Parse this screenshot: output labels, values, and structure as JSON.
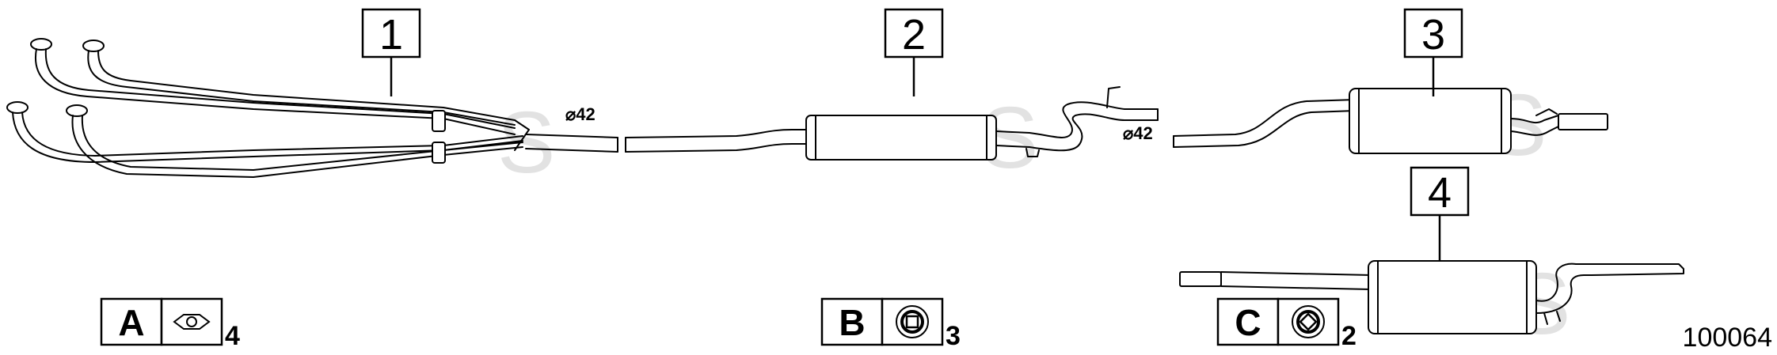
{
  "callouts": [
    {
      "label": "1"
    },
    {
      "label": "2"
    },
    {
      "label": "3"
    },
    {
      "label": "4"
    }
  ],
  "dimensions": [
    {
      "label": "⌀42"
    },
    {
      "label": "⌀42"
    }
  ],
  "legend": [
    {
      "letter": "A",
      "qty": "4",
      "icon": "flange-gasket-icon"
    },
    {
      "letter": "B",
      "qty": "3",
      "icon": "rubber-mount-icon"
    },
    {
      "letter": "C",
      "qty": "2",
      "icon": "clamp-ring-icon"
    }
  ],
  "reference_number": "100064",
  "watermark": "S"
}
